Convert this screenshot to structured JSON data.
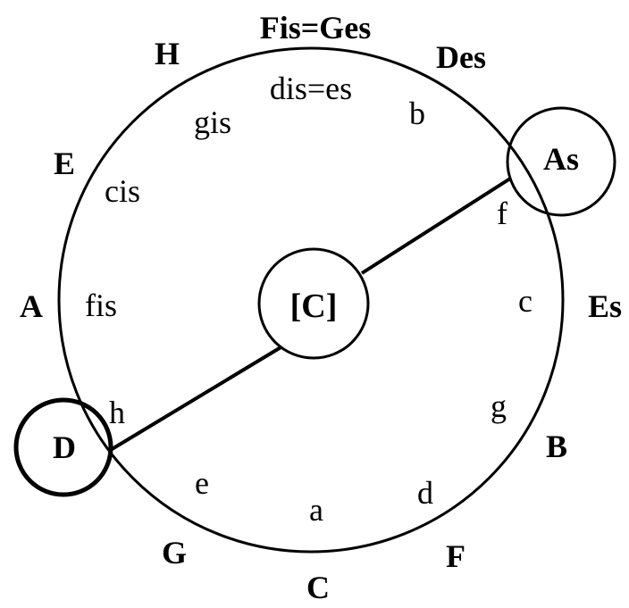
{
  "diagram": {
    "center_label": "[C]",
    "outer_labels": [
      {
        "id": "c-major",
        "text": "C"
      },
      {
        "id": "g-major",
        "text": "G"
      },
      {
        "id": "d-major",
        "text": "D"
      },
      {
        "id": "a-major",
        "text": "A"
      },
      {
        "id": "e-major",
        "text": "E"
      },
      {
        "id": "h-major",
        "text": "H"
      },
      {
        "id": "fis-ges-major",
        "text": "Fis=Ges"
      },
      {
        "id": "des-major",
        "text": "Des"
      },
      {
        "id": "as-major",
        "text": "As"
      },
      {
        "id": "es-major",
        "text": "Es"
      },
      {
        "id": "b-major",
        "text": "B"
      },
      {
        "id": "f-major",
        "text": "F"
      }
    ],
    "inner_labels": [
      {
        "id": "a-minor",
        "text": "a"
      },
      {
        "id": "e-minor",
        "text": "e"
      },
      {
        "id": "h-minor",
        "text": "h"
      },
      {
        "id": "fis-minor",
        "text": "fis"
      },
      {
        "id": "cis-minor",
        "text": "cis"
      },
      {
        "id": "gis-minor",
        "text": "gis"
      },
      {
        "id": "dis-es-minor",
        "text": "dis=es"
      },
      {
        "id": "b-minor",
        "text": "b"
      },
      {
        "id": "f-minor",
        "text": "f"
      },
      {
        "id": "c-minor",
        "text": "c"
      },
      {
        "id": "g-minor",
        "text": "g"
      },
      {
        "id": "d-minor",
        "text": "d"
      }
    ],
    "highlighted": [
      "D",
      "As"
    ]
  }
}
